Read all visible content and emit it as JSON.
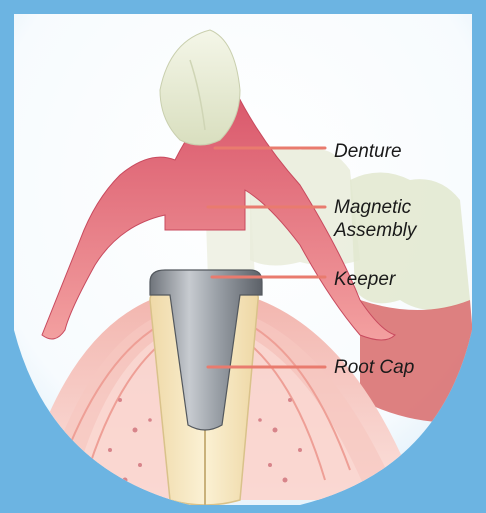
{
  "labels": {
    "denture": "Denture",
    "magnetic_assembly_line1": "Magnetic",
    "magnetic_assembly_line2": "Assembly",
    "keeper": "Keeper",
    "root_cap": "Root Cap"
  },
  "colors": {
    "frame": "#6cb4e2",
    "panel": "#ffffff",
    "leader_line": "#e97b6e",
    "gum": "#e8857f",
    "denture_base": "#e66f7a",
    "tooth": "#e6ead2",
    "metal": "#8d9299",
    "root": "#f3e6bc"
  }
}
